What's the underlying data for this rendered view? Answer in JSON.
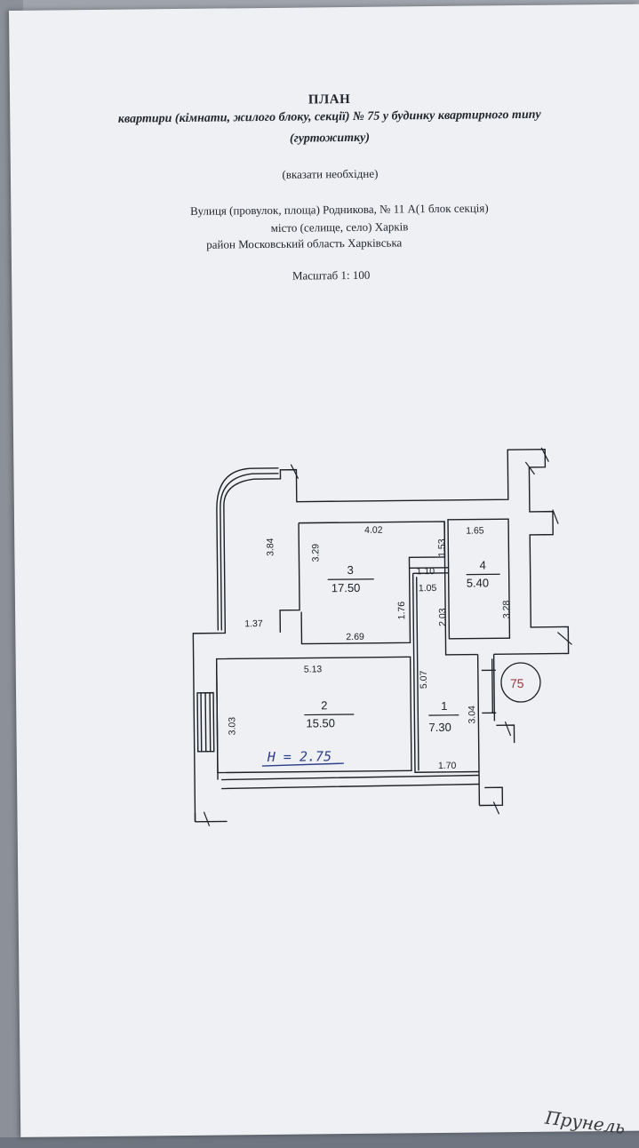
{
  "header": {
    "title": "ПЛАН",
    "subtitle_line1": "квартири (кімнати, жилого блоку, секції) № 75 у будинку квартирного типу",
    "subtitle_line2": "(гуртожитку)",
    "note": "(вказати необхідне)",
    "address_line1": "Вулиця (провулок, площа)  Родникова, №  11 А(1 блок секція)",
    "address_line2": "місто (селище, село) Харків",
    "address_line3": "район   Московський  область Харківська",
    "scale": "Масштаб 1: 100"
  },
  "plan": {
    "rooms": [
      {
        "number": "3",
        "area": "17.50"
      },
      {
        "number": "4",
        "area": "5.40"
      },
      {
        "number": "2",
        "area": "15.50"
      },
      {
        "number": "1",
        "area": "7.30"
      }
    ],
    "dimensions": {
      "d384": "3.84",
      "d329": "3.29",
      "d402": "4.02",
      "d153": "1.53",
      "d165": "1.65",
      "d110": "1.10",
      "d105": "1.05",
      "d176": "1.76",
      "d203": "2.03",
      "d328": "3.28",
      "d137": "1.37",
      "d269": "2.69",
      "d513": "5.13",
      "d507": "5.07",
      "d303": "3.03",
      "d304": "3.04",
      "d170": "1.70"
    },
    "height_note": "Н = 2.75",
    "apartment_stamp": "75"
  },
  "signature": "Прунель",
  "colors": {
    "paper": "#eef0f3",
    "ink": "#1d2024",
    "handwriting": "#2c3f8a",
    "stamp": "#a83244",
    "background": "#6f7681"
  }
}
